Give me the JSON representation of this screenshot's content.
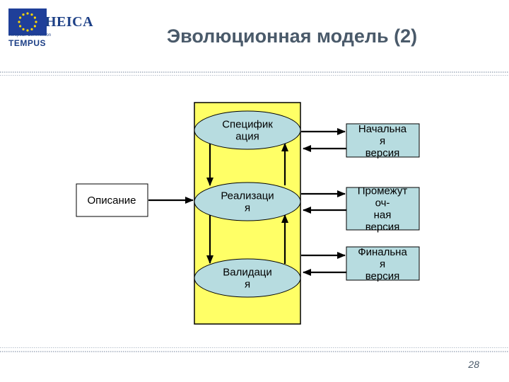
{
  "header": {
    "title": "Эволюционная модель (2)",
    "logo": {
      "brand": "HEICA",
      "subtitle": "european Commission",
      "program": "TEMPUS"
    }
  },
  "diagram": {
    "input": {
      "lines": [
        "Описание"
      ]
    },
    "stages": [
      {
        "lines": [
          "Специфик",
          "ация"
        ]
      },
      {
        "lines": [
          "Реализаци",
          "я"
        ]
      },
      {
        "lines": [
          "Валидаци",
          "я"
        ]
      }
    ],
    "versions": [
      {
        "lines": [
          "Начальна",
          "я",
          "версия"
        ]
      },
      {
        "lines": [
          "Промежут",
          "оч-",
          "ная",
          "версия"
        ]
      },
      {
        "lines": [
          "Финальна",
          "я",
          "версия"
        ]
      }
    ],
    "colors": {
      "container_fill": "#ffff66",
      "ellipse_fill": "#b7dce0",
      "box_fill": "#b7dce0",
      "stroke": "#000000"
    }
  },
  "footer": {
    "page_number": "28"
  }
}
